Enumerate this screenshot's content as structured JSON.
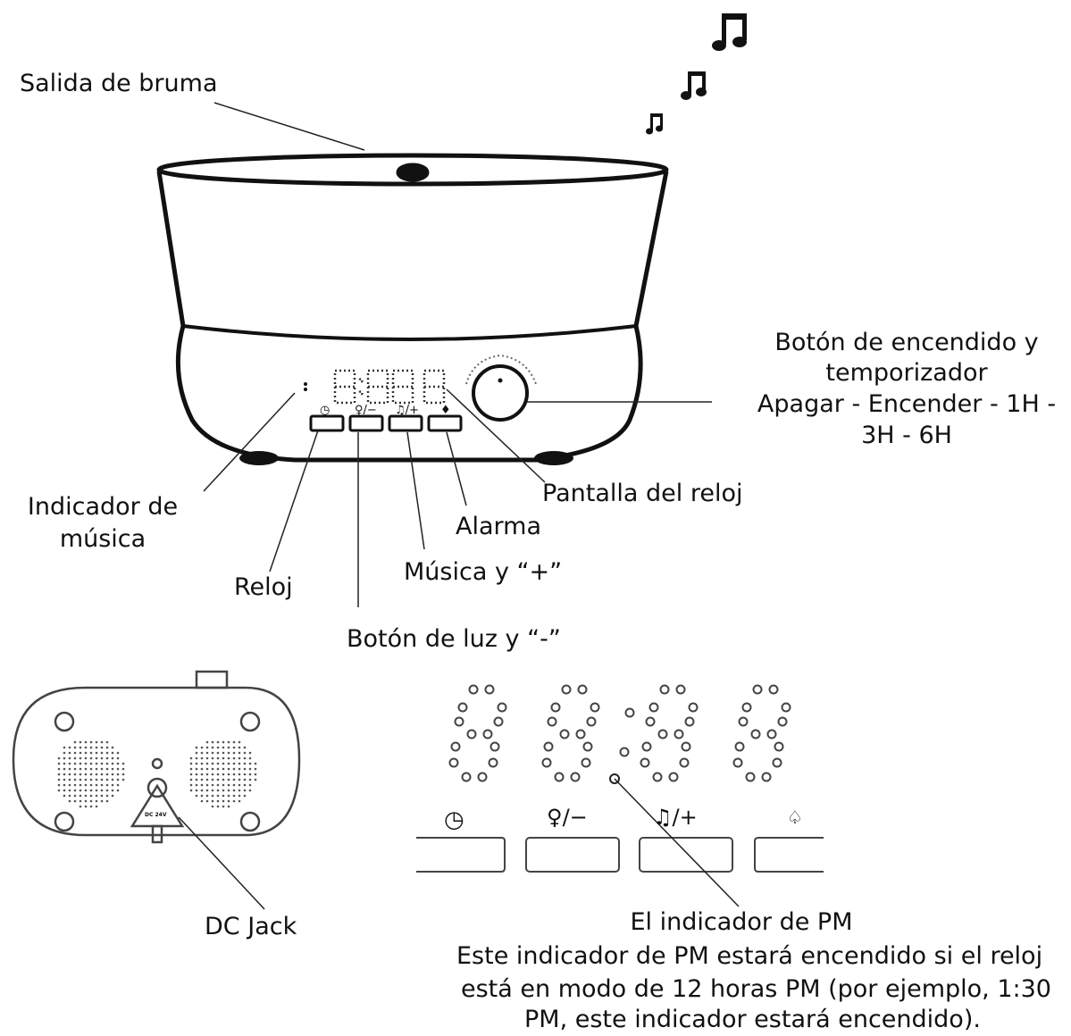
{
  "labels": {
    "mist_outlet": "Salida de bruma",
    "power_timer_line1": "Botón de encendido y",
    "power_timer_line2": "temporizador",
    "power_timer_line3": "Apagar - Encender - 1H -",
    "power_timer_line4": "3H - 6H",
    "music_indicator_line1": "Indicador de",
    "music_indicator_line2": "música",
    "clock_display": "Pantalla del reloj",
    "alarm": "Alarma",
    "music_plus": "Música y “+”",
    "clock": "Reloj",
    "light_minus": "Botón de luz y “-”",
    "dc_jack": "DC Jack",
    "jack_plate": "DC 24V",
    "pm_title": "El indicador de PM",
    "pm_desc_line1": "Este indicador de PM estará encendido si el reloj",
    "pm_desc_line2": "está en modo de 12 horas PM (por ejemplo, 1:30",
    "pm_desc_line3": "PM, este indicador estará encendido)."
  },
  "icons": {
    "music_notes": "music-note-icon",
    "clock_button": "clock-icon",
    "light_button": "bulb-icon",
    "music_button": "music-note-icon",
    "alarm_button": "bell-icon"
  },
  "button_glyphs": {
    "clock": "◷",
    "light": "💡",
    "light_sign": "/−",
    "music": "♫",
    "music_sign": "/+",
    "alarm": "🔔"
  },
  "colors": {
    "ink": "#111111",
    "paper": "#ffffff",
    "grey": "#555555"
  }
}
